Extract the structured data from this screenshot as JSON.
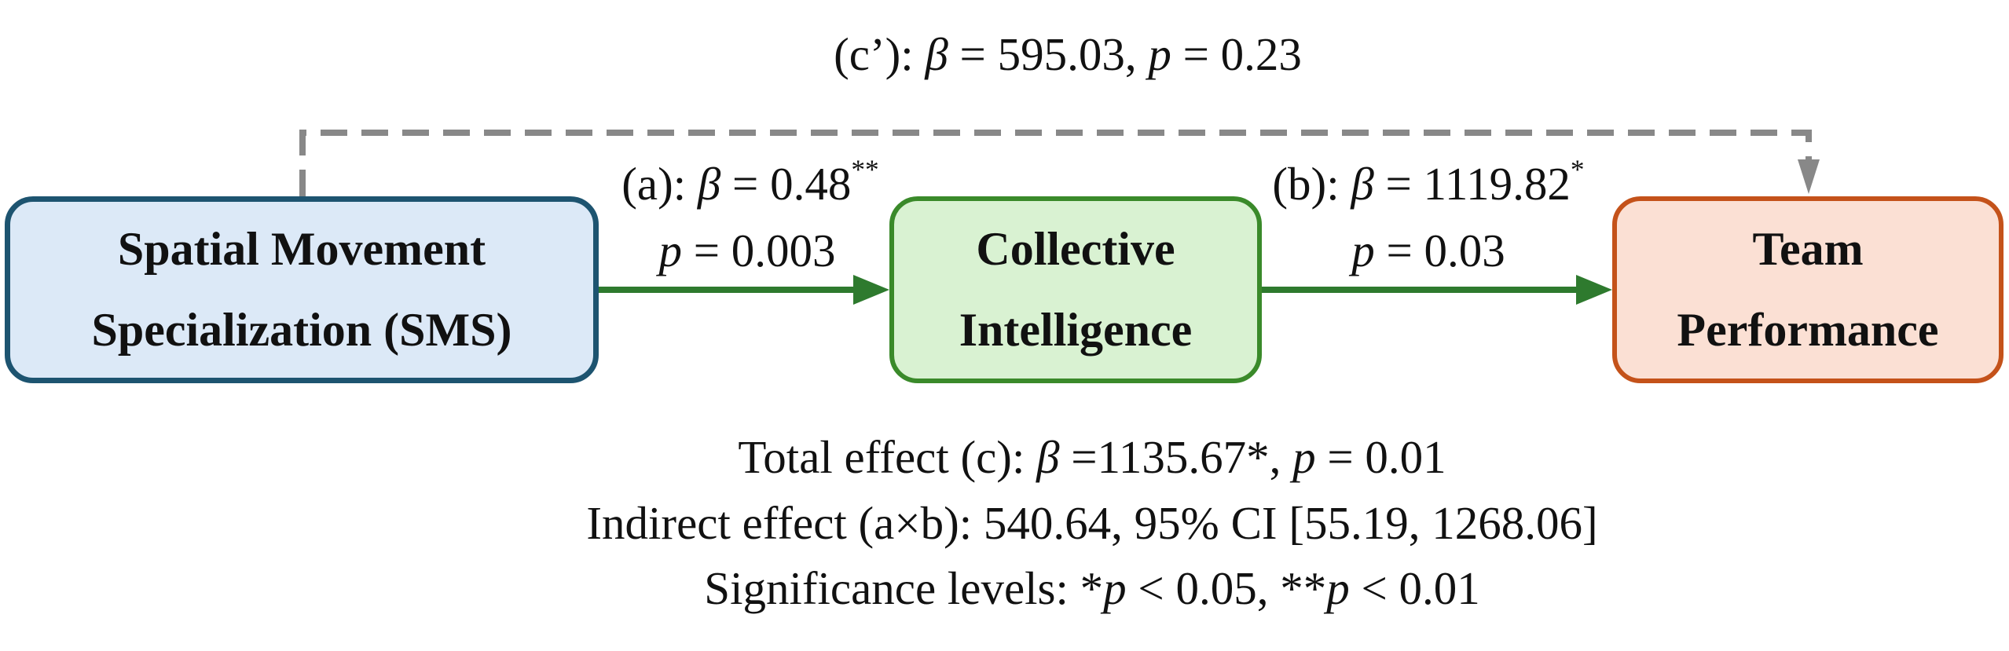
{
  "diagram": {
    "nodes": {
      "sms": {
        "line1": "Spatial Movement",
        "line2": "Specialization (SMS)"
      },
      "ci": {
        "line1": "Collective",
        "line2": "Intelligence"
      },
      "tp": {
        "line1": "Team",
        "line2": "Performance"
      }
    },
    "paths": {
      "c_prime": {
        "label": "(c’):",
        "beta_symbol": "β",
        "beta_text": "= 595.03,",
        "p_symbol": "p",
        "p_text": "= 0.23"
      },
      "a": {
        "label": "(a):",
        "beta_symbol": "β",
        "beta_text": "= 0.48",
        "stars": "**",
        "p_symbol": "p",
        "p_text": "= 0.003"
      },
      "b": {
        "label": "(b):",
        "beta_symbol": "β",
        "beta_text": "= 1119.82",
        "stars": "*",
        "p_symbol": "p",
        "p_text": "= 0.03"
      }
    },
    "summary": {
      "total_prefix": "Total effect (c):",
      "total_beta_symbol": "β",
      "total_beta_text": "=1135.67*,",
      "total_p_symbol": "p",
      "total_p_text": "= 0.01",
      "indirect": "Indirect effect (a×b): 540.64, 95% CI [55.19, 1268.06]",
      "sig_prefix": "Significance levels: *",
      "sig_p1_symbol": "p",
      "sig_mid": "< 0.05, **",
      "sig_p2_symbol": "p",
      "sig_end": "< 0.01"
    },
    "colors": {
      "sms_fill": "#dce9f7",
      "sms_border": "#1d5470",
      "ci_fill": "#d9f2d2",
      "ci_border": "#3a8a2a",
      "tp_fill": "#fbe0d4",
      "tp_border": "#c4521a",
      "mediated_arrow": "#2e7a2e",
      "direct_arrow": "#888888"
    }
  }
}
